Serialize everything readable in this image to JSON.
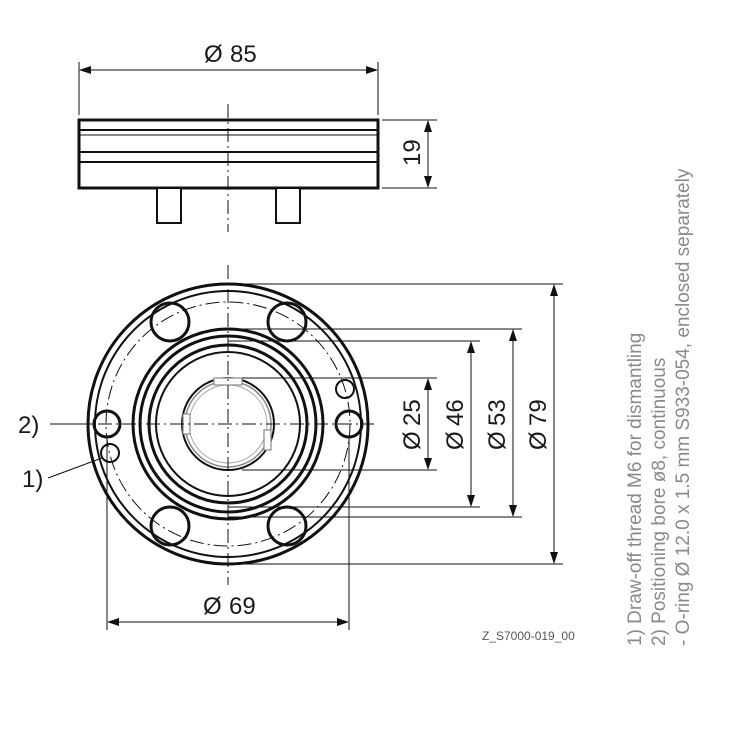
{
  "diagram": {
    "top_view": {
      "width_label": "85",
      "height_label": "19"
    },
    "front_view": {
      "diameter_labels": {
        "d25": "25",
        "d46": "46",
        "d53": "53",
        "d79": "79",
        "d69": "69"
      },
      "diameter_symbol": "Ø",
      "callouts": {
        "c1": "1)",
        "c2": "2)"
      }
    },
    "notes": [
      "1) Draw-off thread M6 for dismantling",
      "2) Positioning bore ø8, continuous",
      "- O-ring Ø 12.0 x 1.5 mm S933-054, enclosed separately"
    ],
    "reference": "Z_S7000-019_00"
  }
}
